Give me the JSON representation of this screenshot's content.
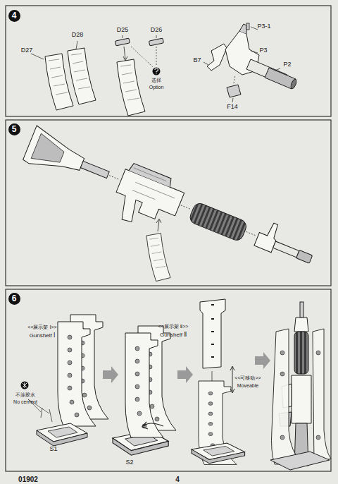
{
  "diagram": {
    "nodes": [
      {
        "text": [
          "4"
        ]
      },
      {
        "text": [
          "5"
        ]
      },
      {
        "text": [
          "6"
        ]
      }
    ],
    "edges": [],
    "labels": [
      "D27",
      "D28",
      "D25",
      "D26",
      "选择",
      "Option",
      "P3-1",
      "P3",
      "B7",
      "P2",
      "F14",
      "<<展示架 Ⅰ>>",
      "Gunshelf Ⅰ",
      "不涂胶水",
      "No cement",
      "S1",
      "S2",
      "<<展示架 Ⅱ>>",
      "Gunshelf Ⅱ",
      "<<可移动>>",
      "Moveable",
      "01902",
      "4"
    ]
  }
}
